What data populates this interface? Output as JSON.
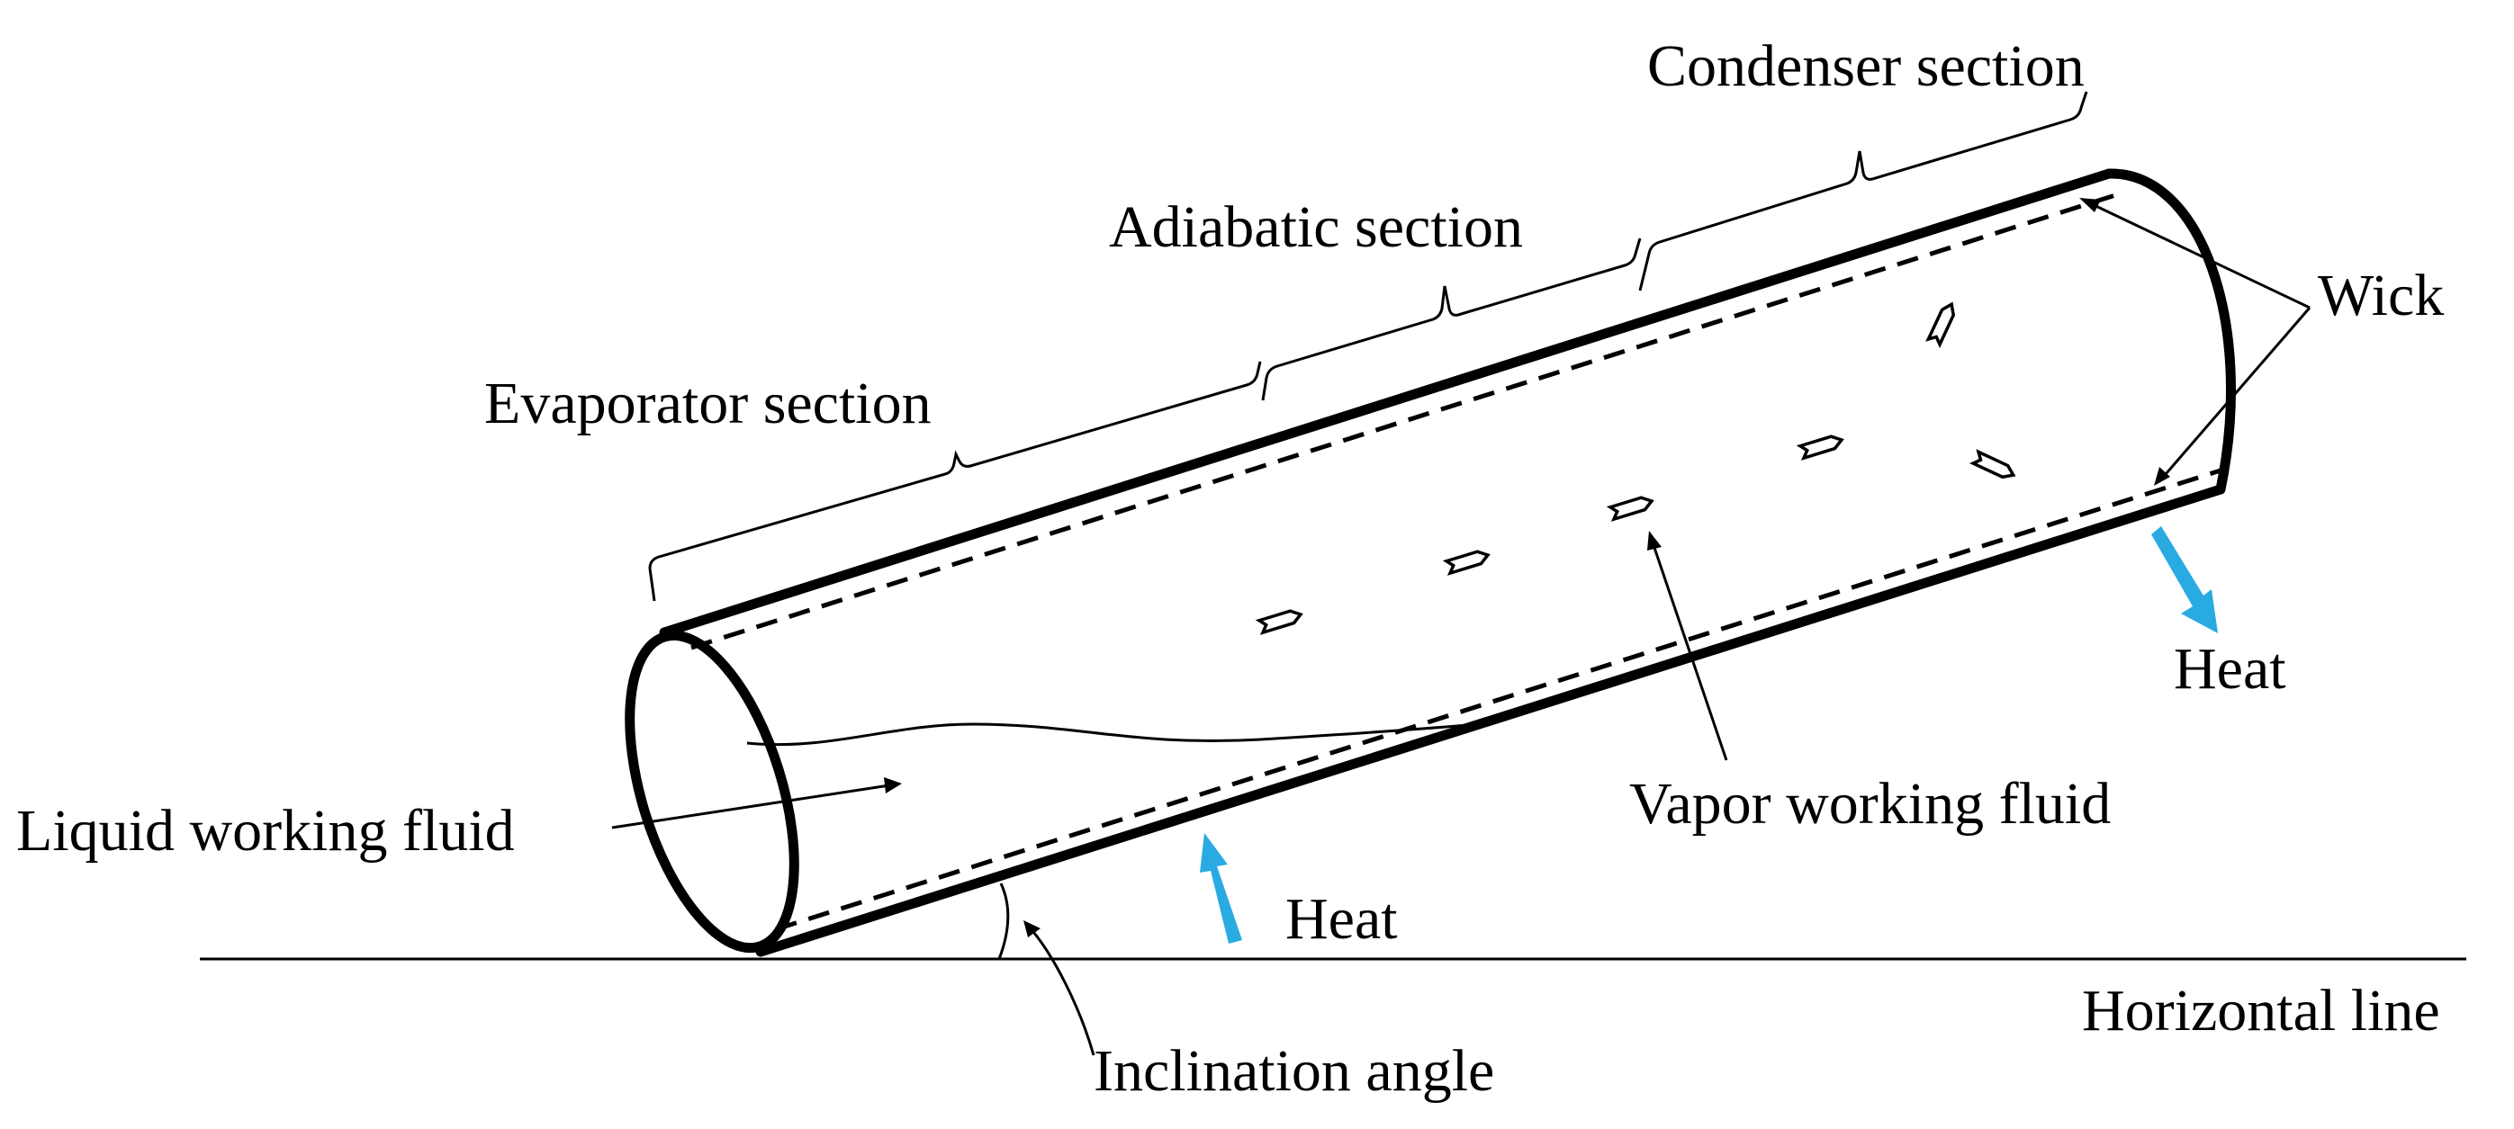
{
  "labels": {
    "evaporator": "Evaporator section",
    "adiabatic": "Adiabatic section",
    "condenser": "Condenser section",
    "wick": "Wick",
    "heat_out": "Heat",
    "heat_in": "Heat",
    "vapor": "Vapor working fluid",
    "liquid": "Liquid working fluid",
    "horizontal": "Horizontal line",
    "inclination": "Inclination angle"
  },
  "colors": {
    "heat_arrow": "#29abe2",
    "outline": "#000000",
    "background": "#ffffff"
  }
}
